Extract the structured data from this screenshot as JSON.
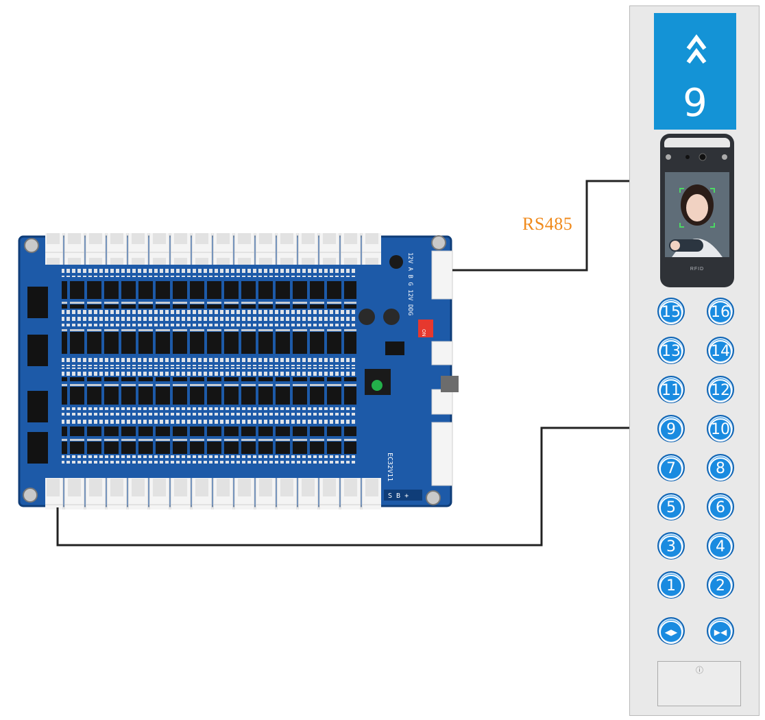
{
  "label": {
    "rs485": "RS485"
  },
  "panel": {
    "floor_display": "9",
    "direction": "up",
    "floor_buttons": [
      [
        "15",
        "16"
      ],
      [
        "13",
        "14"
      ],
      [
        "11",
        "12"
      ],
      [
        "9",
        "10"
      ],
      [
        "7",
        "8"
      ],
      [
        "5",
        "6"
      ],
      [
        "3",
        "4"
      ],
      [
        "1",
        "2"
      ]
    ],
    "door_buttons": {
      "open": "◀▶",
      "close": "▶◀"
    },
    "reader_brand": "RFID",
    "card_slot_symbol": "ⓘ"
  },
  "board": {
    "model": "EC32V11",
    "dip_switch": "ON",
    "header_labels": "12V A B G  12V DDG",
    "bottom_terminal": "S B +"
  },
  "colors": {
    "accent": "#1493d6",
    "label": "#f08a1c",
    "board": "#1d5aa8",
    "wire": "#222222"
  }
}
